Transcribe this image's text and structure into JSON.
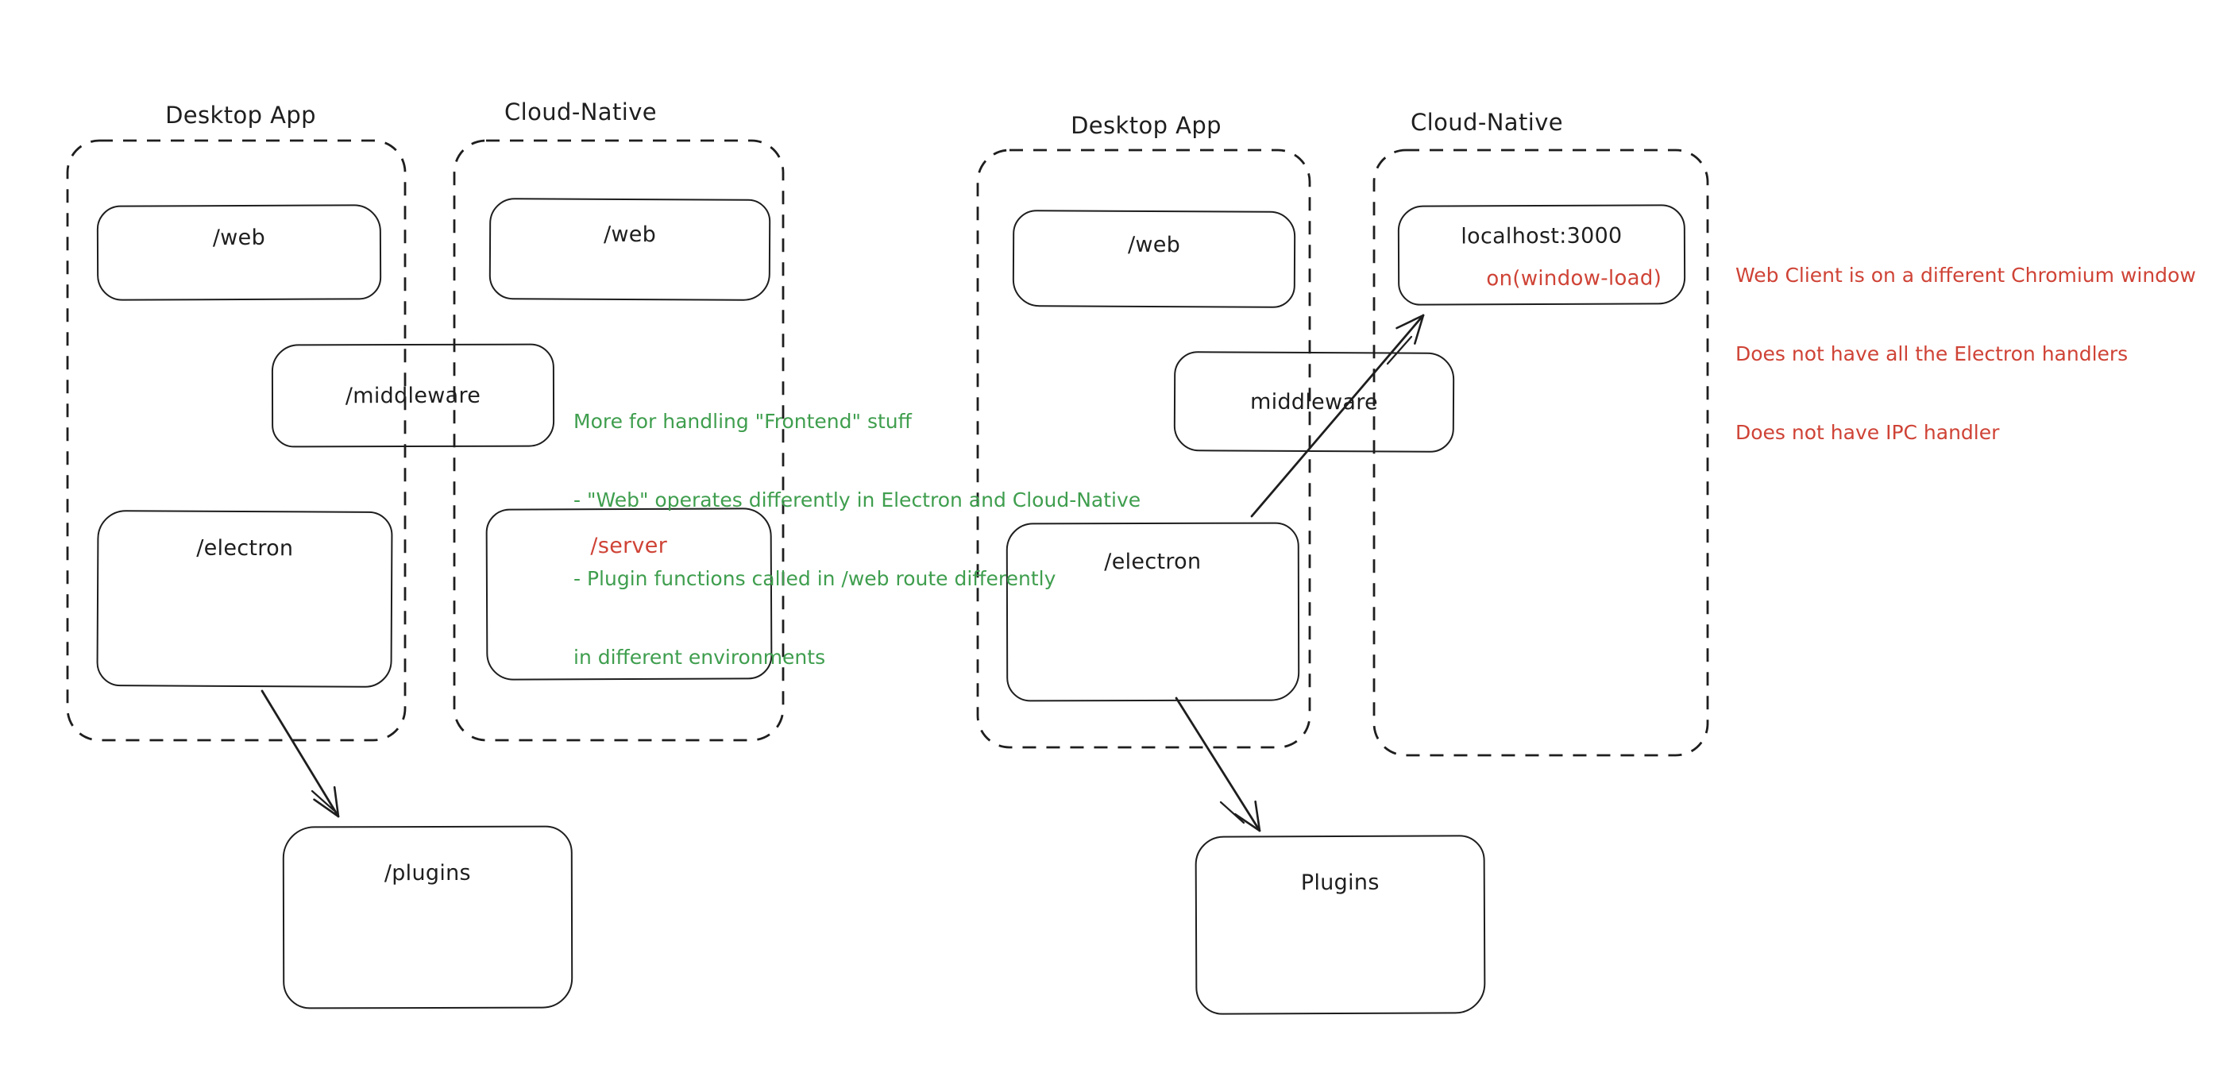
{
  "colors": {
    "ink": "#1e1e1e",
    "paper": "#ffffff",
    "red": "#cf4336",
    "green": "#3f9e4e"
  },
  "left": {
    "desktop_label": "Desktop App",
    "cloud_label": "Cloud-Native",
    "web_desktop": "/web",
    "web_cloud": "/web",
    "middleware": "/middleware",
    "electron": "/electron",
    "server": "/server",
    "plugins": "/plugins"
  },
  "right": {
    "desktop_label": "Desktop App",
    "cloud_label": "Cloud-Native",
    "web_desktop": "/web",
    "localhost_box": "localhost:3000",
    "localhost_event": "on(window-load)",
    "middleware": "middleware",
    "electron": "/electron",
    "plugins": "Plugins"
  },
  "green_note": [
    "More for handling \"Frontend\" stuff",
    "- \"Web\" operates differently in Electron and Cloud-Native",
    "- Plugin functions called in /web route differently",
    "in different environments"
  ],
  "red_note": [
    "Web Client is on a different Chromium window",
    "Does not have all the Electron handlers",
    "Does not have IPC handler"
  ]
}
